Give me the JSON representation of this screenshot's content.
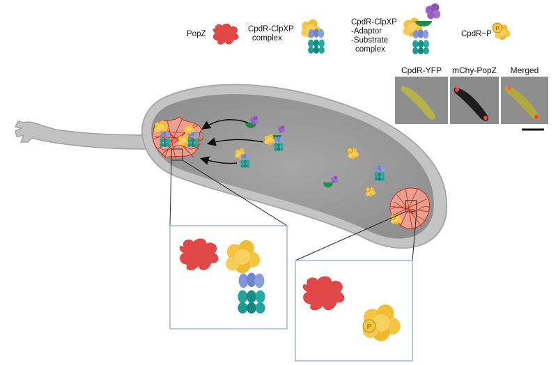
{
  "legend": {
    "popz": "PopZ",
    "complex_line1": "CpdR-ClpXP",
    "complex_line2": "complex",
    "adaptor_line1": "CpdR-ClpXP",
    "adaptor_line2": "-Adaptor",
    "adaptor_line3": "-Substrate",
    "adaptor_line4": "complex",
    "phospho": "CpdR~P",
    "p_symbol": "P"
  },
  "micrographs": [
    {
      "title": "CpdR-YFP"
    },
    {
      "title": "mChy-PopZ"
    },
    {
      "title": "Merged"
    }
  ],
  "colors": {
    "popz": "#e04848",
    "cpdr": "#f5c542",
    "clpx": "#7f93d6",
    "clpp": "#1fa39a",
    "adaptor": "#1f8a4c",
    "substrate": "#9a62c4",
    "cell_outer": "#bdbdbd",
    "cell_inner": "#9e9e9e",
    "inset_border": "#9fb6d6",
    "popz_fiber": "#d2381c"
  }
}
